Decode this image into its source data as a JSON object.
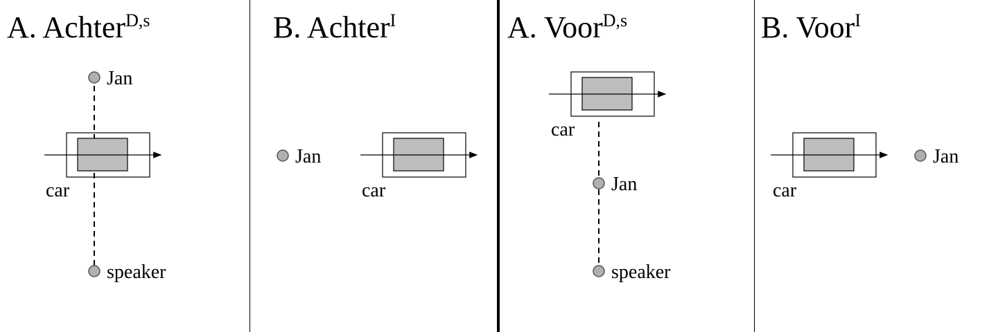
{
  "panels": [
    {
      "title": "A. Achter",
      "sup": "D,s",
      "labels": {
        "jan": "Jan",
        "car": "car",
        "speaker": "speaker"
      }
    },
    {
      "title": "B. Achter",
      "sup": "I",
      "labels": {
        "jan": "Jan",
        "car": "car"
      }
    },
    {
      "title": "A. Voor",
      "sup": "D,s",
      "labels": {
        "jan": "Jan",
        "car": "car",
        "speaker": "speaker"
      }
    },
    {
      "title": "B. Voor",
      "sup": "I",
      "labels": {
        "jan": "Jan",
        "car": "car"
      }
    }
  ],
  "colors": {
    "car_fill": "#bdbdbd",
    "dot_fill": "#b0b0b0"
  }
}
